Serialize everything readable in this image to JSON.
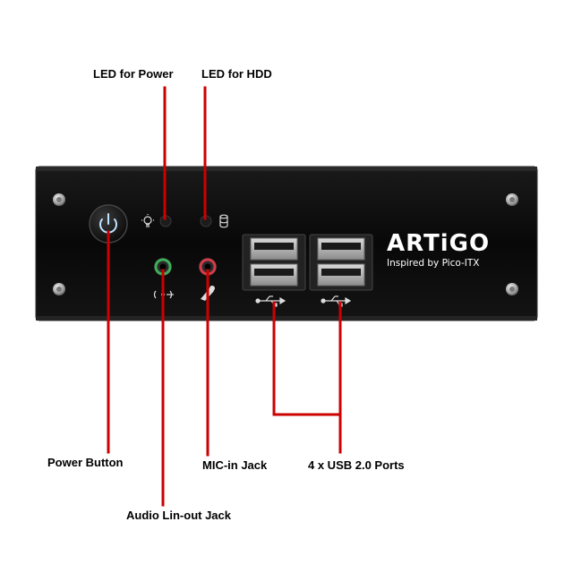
{
  "labels": {
    "led_power": "LED for Power",
    "led_hdd": "LED for HDD",
    "power_button": "Power Button",
    "audio_out": "Audio Lin-out Jack",
    "mic_in": "MIC-in Jack",
    "usb_ports": "4 x USB 2.0 Ports"
  },
  "panel": {
    "brand": "ARTiGO",
    "tagline": "Inspired by Pico-ITX"
  },
  "colors": {
    "callout_line": "#cc0000",
    "panel": "#0b0b0b",
    "audio_jack_ring": "#3fae5a",
    "mic_jack_ring": "#d43c48"
  }
}
